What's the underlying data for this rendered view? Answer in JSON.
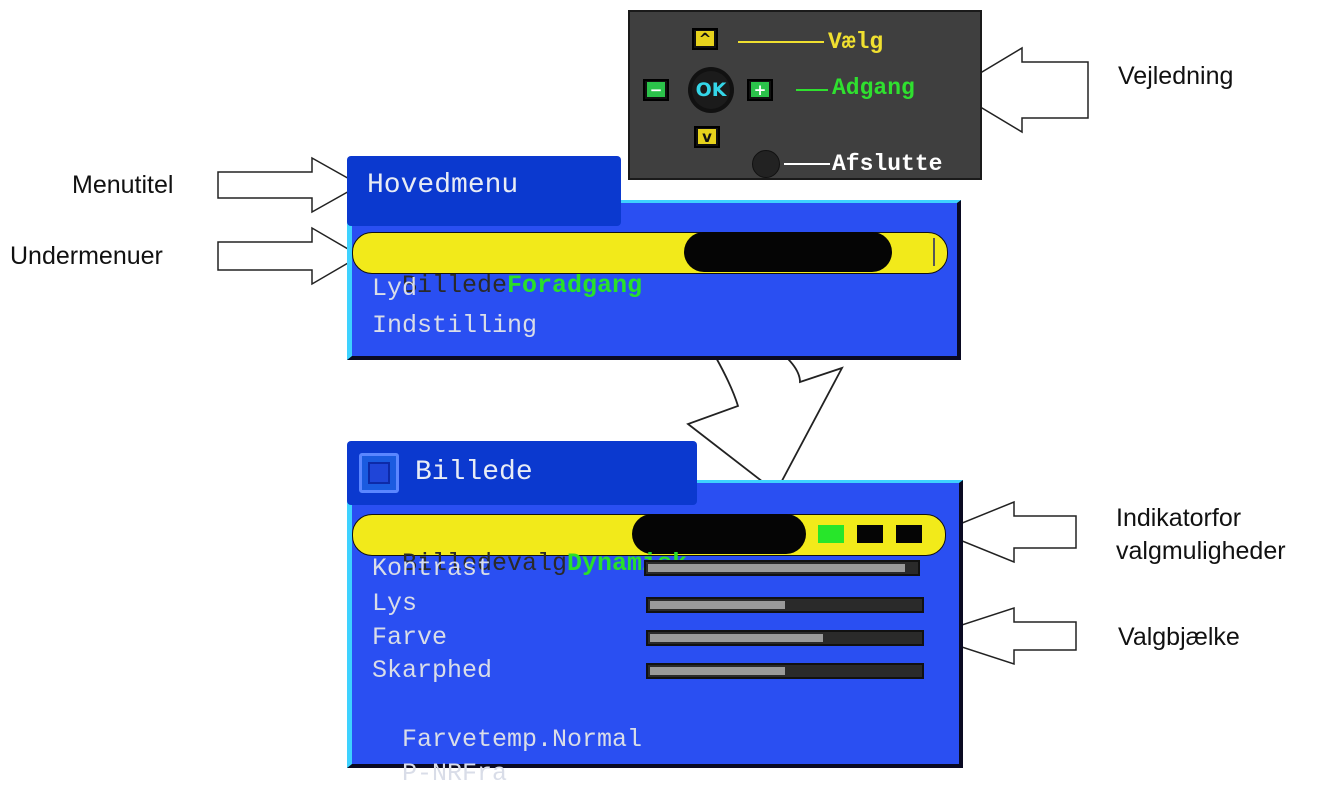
{
  "callouts": {
    "menutitel": "Menutitel",
    "undermenuer": "Undermenuer",
    "vejledning": "Vejledning",
    "indikator_line1": "Indikatorfor",
    "indikator_line2": "valgmuligheder",
    "valgbjaelke": "Valgbjælke"
  },
  "guide": {
    "up_key": "^",
    "down_key": "v",
    "minus_key": "−",
    "plus_key": "+",
    "ok_key": "OK",
    "select_label": "Vælg",
    "access_label": "Adgang",
    "exit_label": "Afslutte",
    "colors": {
      "select": "#f0e030",
      "access": "#2fe02f",
      "exit": "#ffffff"
    }
  },
  "main_menu": {
    "title": "Hovedmenu",
    "items": [
      {
        "label": "Billede",
        "value": "Foradgang",
        "selected": true
      },
      {
        "label": "Lyd"
      },
      {
        "label": "Indstilling"
      }
    ]
  },
  "picture_menu": {
    "title": "Billede",
    "icon": "picture-icon",
    "selected_item": {
      "label": "Billedevalg",
      "value": "Dynamisk"
    },
    "option_indicators": [
      "#27e62a",
      "#050505",
      "#050505"
    ],
    "sliders": [
      {
        "label": "Kontrast",
        "level": 0.96
      },
      {
        "label": "Lys",
        "level": 0.5
      },
      {
        "label": "Farve",
        "level": 0.64
      },
      {
        "label": "Skarphed",
        "level": 0.5
      }
    ],
    "other_items": [
      {
        "label": "Farvetemp.",
        "value": "Normal"
      },
      {
        "label": "P-NR",
        "value": "Fra"
      }
    ]
  }
}
